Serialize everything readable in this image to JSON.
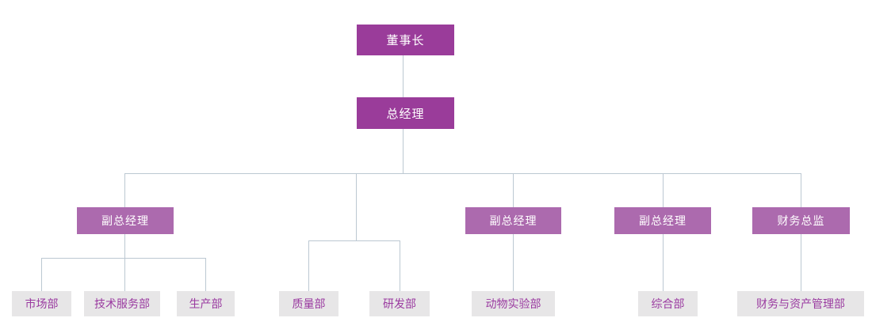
{
  "diagram_type": "org-chart",
  "org": {
    "chairman": {
      "label": "董事长"
    },
    "general_manager": {
      "label": "总经理"
    },
    "branches": [
      {
        "manager": "副总经理",
        "departments": [
          "市场部",
          "技术服务部",
          "生产部"
        ]
      },
      {
        "manager": null,
        "departments": [
          "质量部",
          "研发部"
        ]
      },
      {
        "manager": "副总经理",
        "departments": [
          "动物实验部"
        ]
      },
      {
        "manager": "副总经理",
        "departments": [
          "综合部"
        ]
      },
      {
        "manager": "财务总监",
        "departments": [
          "财务与资产管理部"
        ]
      }
    ]
  },
  "colors": {
    "executive_box": "#9a3c9a",
    "manager_box": "#ac6aae",
    "department_box": "#e7e6e7",
    "department_text": "#9a3aa0",
    "connector_line": "#bcc8d2",
    "box_text": "#ffffff"
  }
}
